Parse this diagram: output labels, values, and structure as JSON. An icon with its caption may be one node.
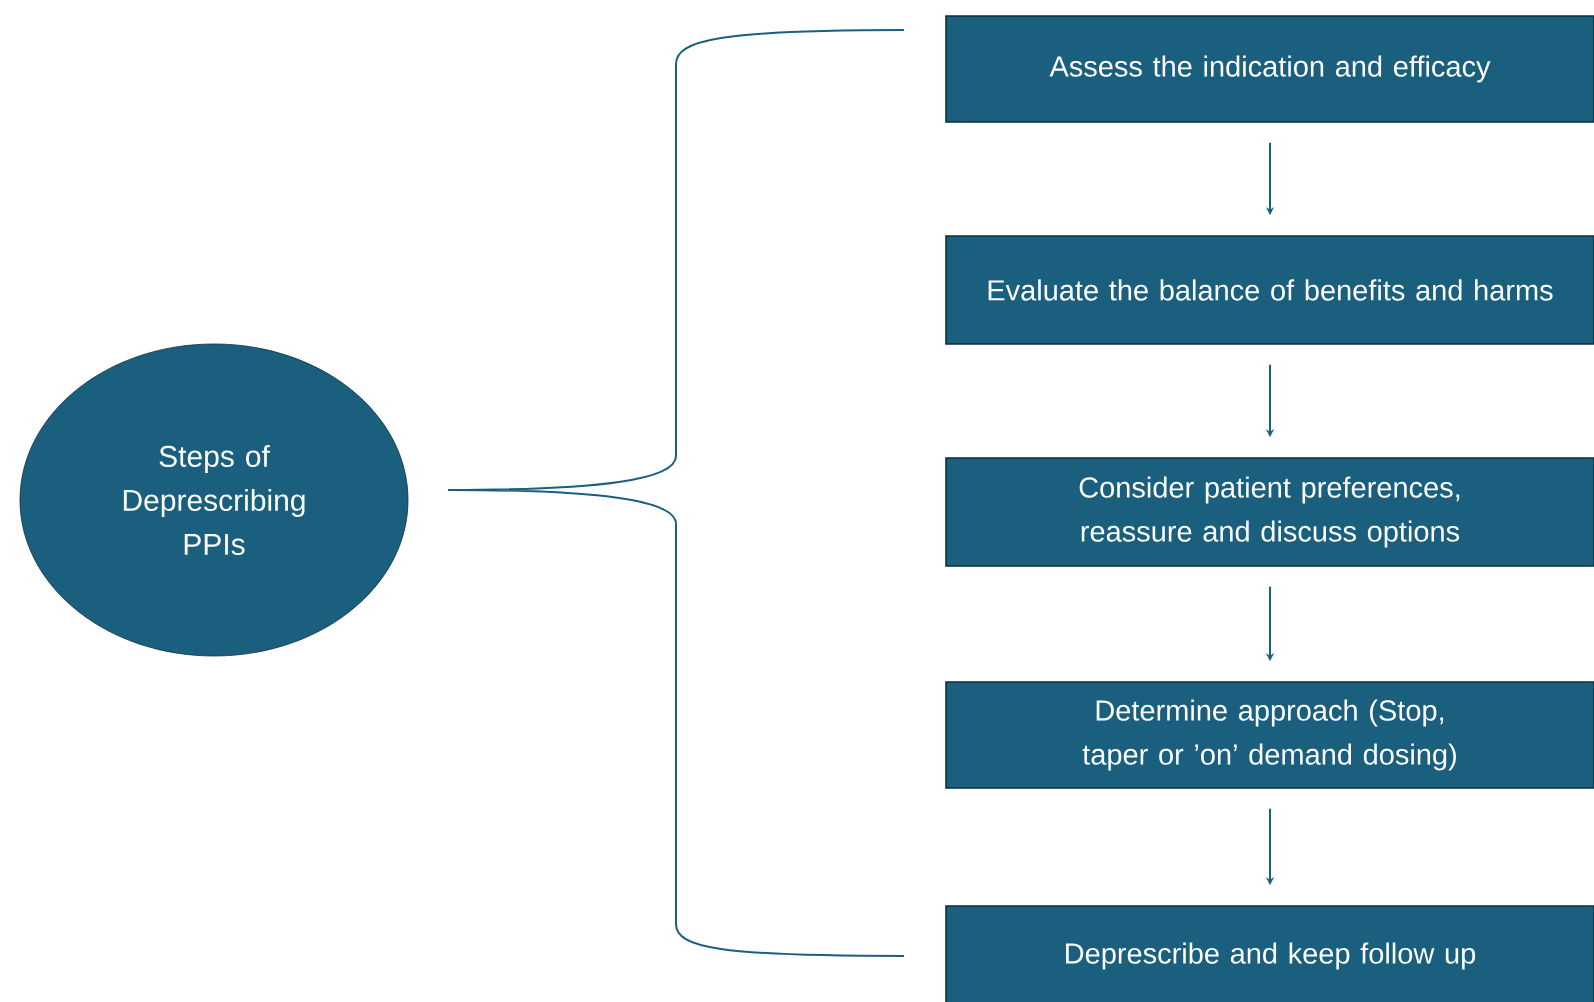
{
  "diagram": {
    "nodes": [
      {
        "text": [
          "Steps of Deprescribing PPIs"
        ]
      },
      {
        "text": [
          "Assess the indication and efficacy"
        ]
      },
      {
        "text": [
          "Evaluate the balance of benefits and harms"
        ]
      },
      {
        "text": [
          "Consider patient preferences, reassure and discuss options"
        ]
      },
      {
        "text": [
          "Determine approach (Stop, taper or ’on’ demand dosing)"
        ]
      },
      {
        "text": [
          "Deprescribe and keep follow up"
        ]
      }
    ],
    "edges": [
      {
        "from": 1,
        "to": 2,
        "arrow": "to"
      },
      {
        "from": 2,
        "to": 3,
        "arrow": "to"
      },
      {
        "from": 3,
        "to": 4,
        "arrow": "to"
      },
      {
        "from": 4,
        "to": 5,
        "arrow": "to"
      }
    ]
  }
}
